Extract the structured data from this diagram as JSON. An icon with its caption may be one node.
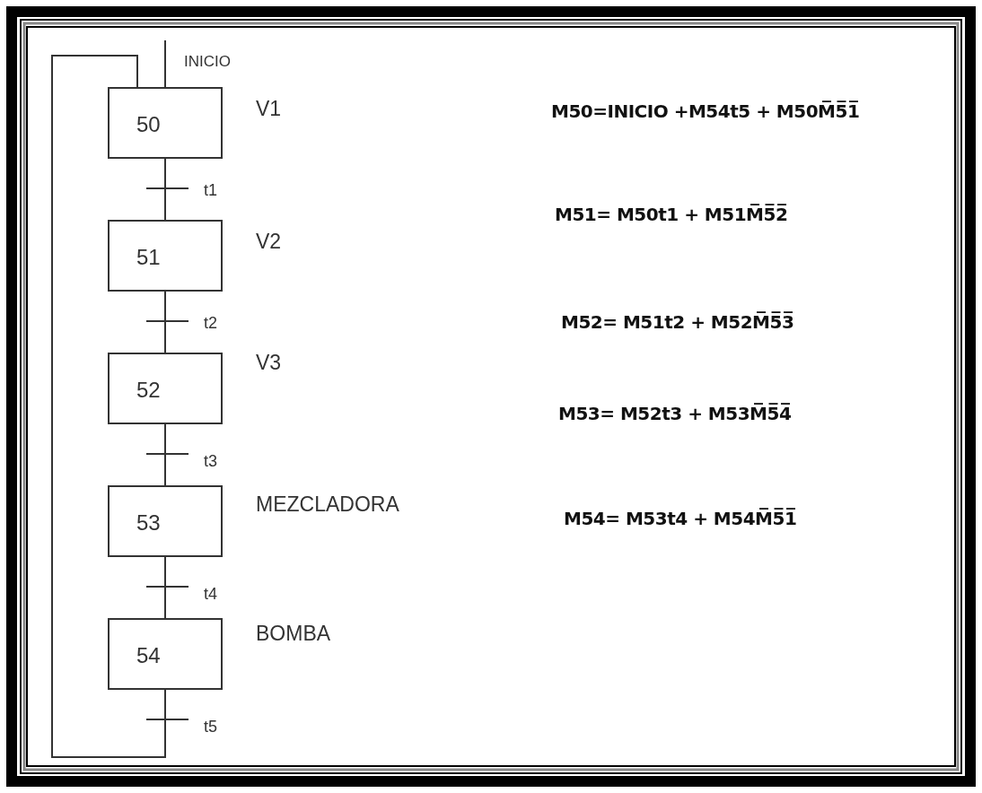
{
  "diagram": {
    "nodes": [
      {
        "text": [
          "50"
        ],
        "beside": [
          "V1"
        ]
      },
      {
        "text": [
          "51"
        ],
        "beside": [
          "V2"
        ]
      },
      {
        "text": [
          "52"
        ],
        "beside": [
          "V3"
        ]
      },
      {
        "text": [
          "53"
        ],
        "beside": [
          "MEZCLADORA"
        ]
      },
      {
        "text": [
          "54"
        ],
        "beside": [
          "BOMBA"
        ]
      }
    ],
    "edges": [
      {
        "from": null,
        "to": 0,
        "arrow": "none",
        "label": "INICIO"
      },
      {
        "from": 0,
        "to": 1,
        "arrow": "none",
        "label": "t1"
      },
      {
        "from": 1,
        "to": 2,
        "arrow": "none",
        "label": "t2"
      },
      {
        "from": 2,
        "to": 3,
        "arrow": "none",
        "label": "t3"
      },
      {
        "from": 3,
        "to": 4,
        "arrow": "none",
        "label": "t4"
      },
      {
        "from": 4,
        "to": 0,
        "arrow": "none",
        "label": "t5"
      }
    ],
    "labels": [
      "M50=INICIO +M54t5 + M50M̅5̅1̅",
      "M51= M50t1 + M51M̅5̅2̅",
      "M52= M51t2 + M52M̅5̅3̅",
      "M53= M52t3 + M53M̅5̅4̅",
      "M54= M53t4 + M54M̅5̅1̅"
    ]
  }
}
